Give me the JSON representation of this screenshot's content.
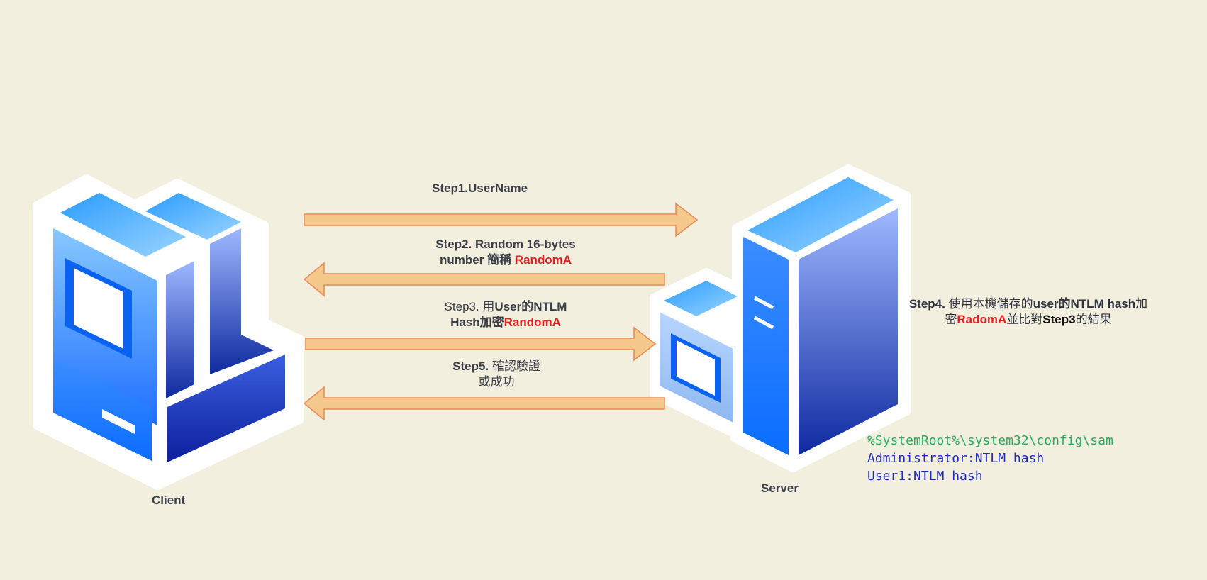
{
  "colors": {
    "background": "#f3efdf",
    "arrow_fill": "#f5c98c",
    "arrow_stroke": "#e8885a",
    "highlight_red": "#e41e1e",
    "path_green": "#27ae60",
    "hash_blue": "#1f2bb5"
  },
  "client": {
    "label": "Client",
    "icon": "desktop-computer-icon"
  },
  "server": {
    "label": "Server",
    "icon": "server-tower-icon"
  },
  "steps": {
    "step1": {
      "text": "Step1.UserName",
      "direction": "to-server"
    },
    "step2": {
      "line1": "Step2. Random 16-bytes",
      "line2_prefix": "number 簡稱 ",
      "highlight": "RandomA",
      "direction": "to-client"
    },
    "step3": {
      "line1_prefix": "Step3. 用",
      "line1_bold": "User的NTLM",
      "line2_prefix": "Hash加密",
      "highlight": "RandomA",
      "direction": "to-server"
    },
    "step4": {
      "prefix": "Step4.",
      "text1": " 使用本機儲存的",
      "bold1": "user的NTLM hash",
      "text2": "加",
      "line2_prefix": "密",
      "highlight": "RadomA",
      "line2_middle": "並比對",
      "bold2": "Step3",
      "line2_suffix": "的結果"
    },
    "step5": {
      "line1_prefix": "Step5. ",
      "line1_text": "確認驗證",
      "line2": "或成功",
      "direction": "to-client"
    }
  },
  "sam": {
    "path": "%SystemRoot%\\system32\\config\\sam",
    "entries": [
      "Administrator:NTLM hash",
      "User1:NTLM hash"
    ]
  }
}
